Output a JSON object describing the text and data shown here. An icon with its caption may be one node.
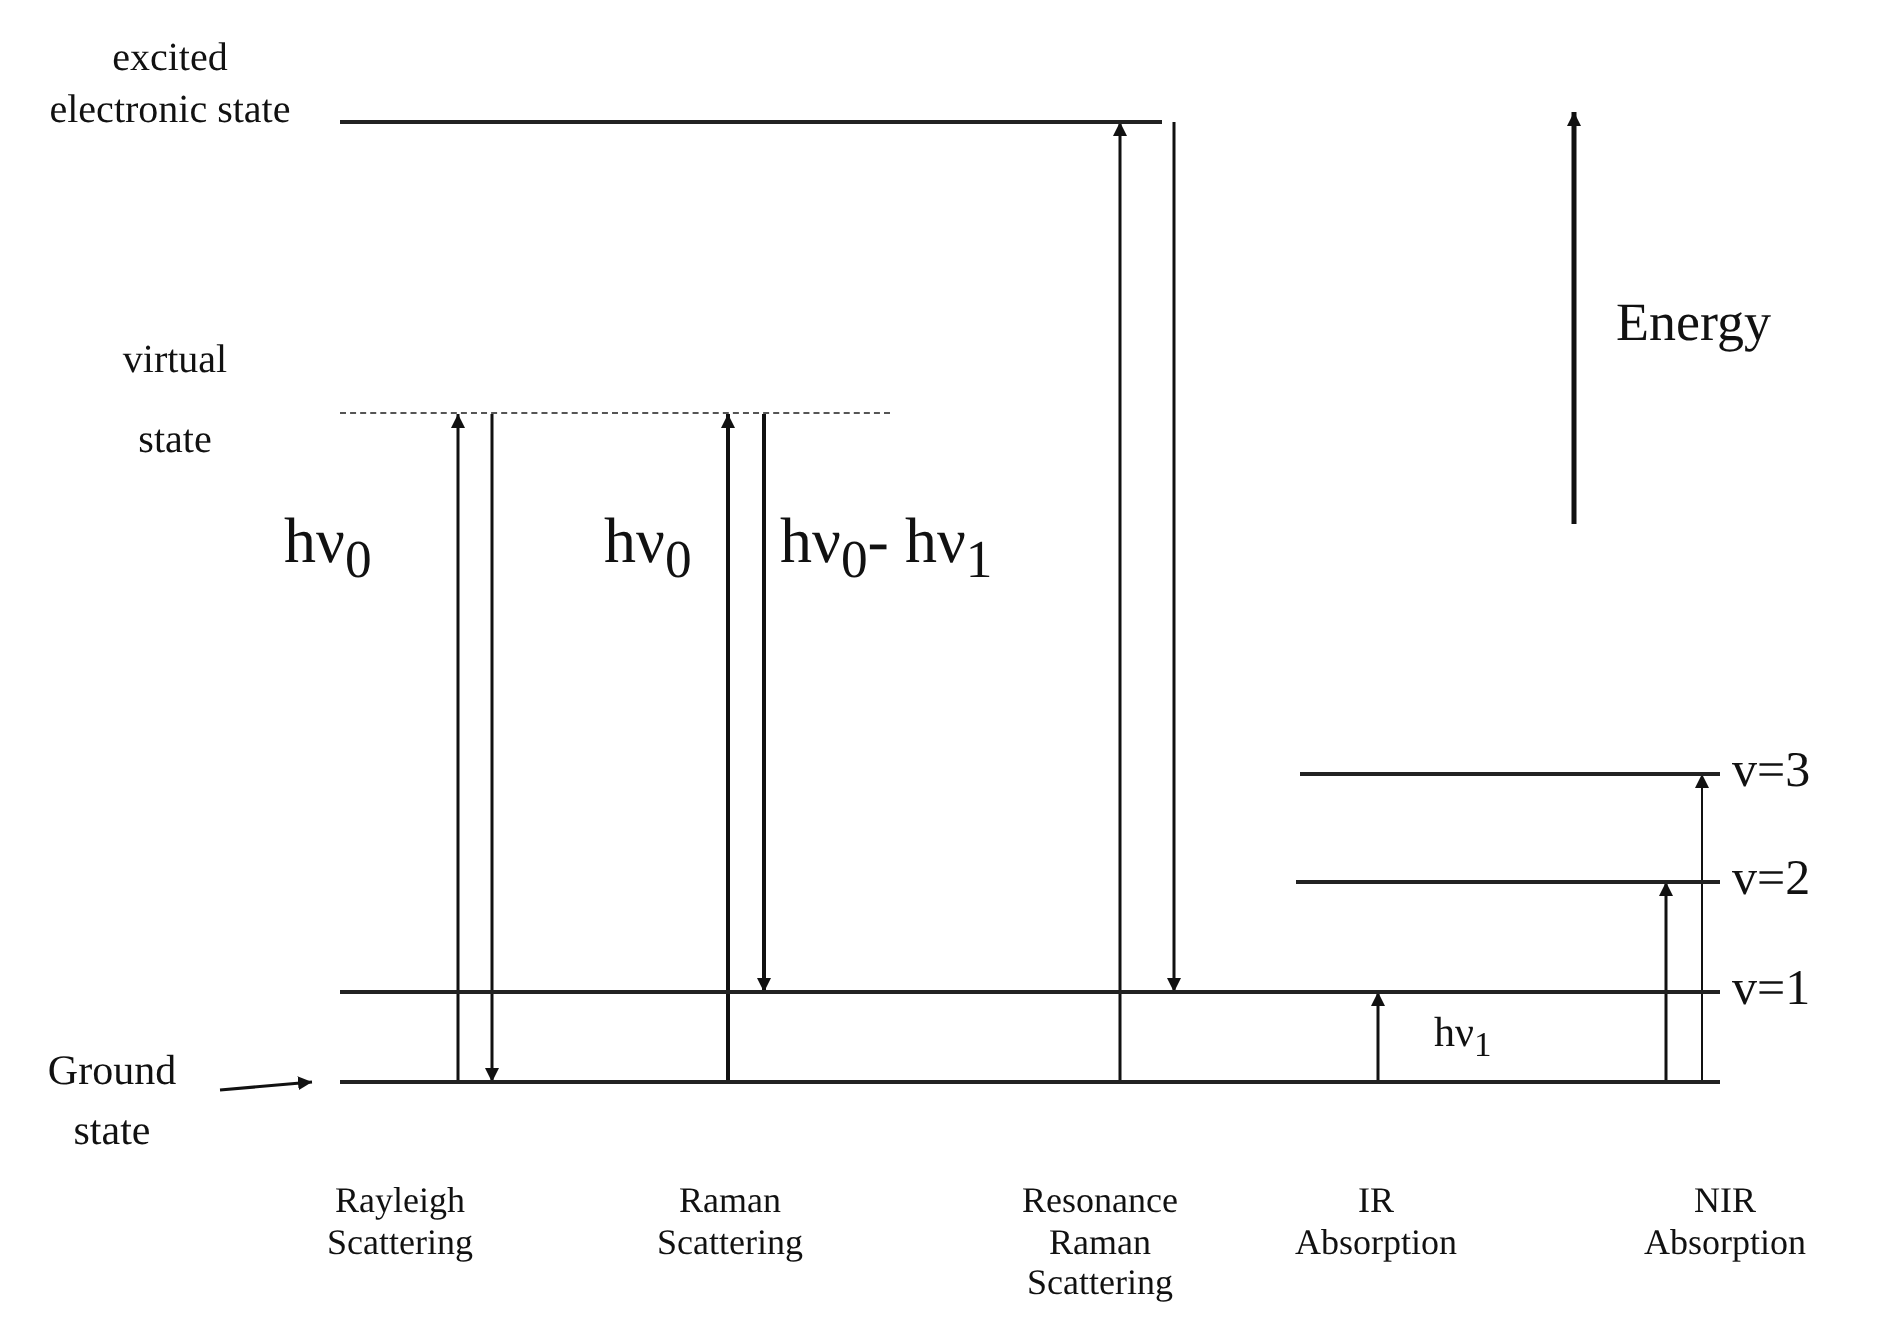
{
  "diagram": {
    "nodes": [
      {
        "text": [],
        "shape": "line",
        "beside": [
          "excited electronic state"
        ]
      },
      {
        "text": [],
        "shape": "line",
        "beside": [
          "virtual state"
        ]
      },
      {
        "text": [],
        "shape": "line",
        "beside": [
          "v=3"
        ]
      },
      {
        "text": [],
        "shape": "line",
        "beside": [
          "v=2"
        ]
      },
      {
        "text": [],
        "shape": "line",
        "beside": [
          "v=1"
        ]
      },
      {
        "text": [
          "Ground state"
        ]
      },
      {
        "text": [],
        "shape": "line"
      }
    ],
    "edges": [
      {
        "from": 5,
        "to": 6,
        "arrow": "to"
      },
      {
        "from": 6,
        "to": 1,
        "arrow": "to",
        "label": "hν$_{0}$"
      },
      {
        "from": 1,
        "to": 6,
        "arrow": "to"
      },
      {
        "from": 6,
        "to": 1,
        "arrow": "to",
        "label": "hν$_{0}$"
      },
      {
        "from": 1,
        "to": 4,
        "arrow": "to",
        "label": "hν$_{0}$- hν$_{1}$"
      },
      {
        "from": 6,
        "to": 0,
        "arrow": "to"
      },
      {
        "from": 0,
        "to": 4,
        "arrow": "to"
      },
      {
        "from": 6,
        "to": 4,
        "arrow": "to",
        "label": "hν$_{1}$"
      },
      {
        "from": 6,
        "to": 3,
        "arrow": "to"
      },
      {
        "from": 6,
        "to": 2,
        "arrow": "to"
      }
    ],
    "labels": [
      "Energy",
      "Rayleigh Scattering",
      "Raman Scattering",
      "Resonance Raman Scattering",
      "IR Absorption",
      "NIR Absorption"
    ]
  }
}
